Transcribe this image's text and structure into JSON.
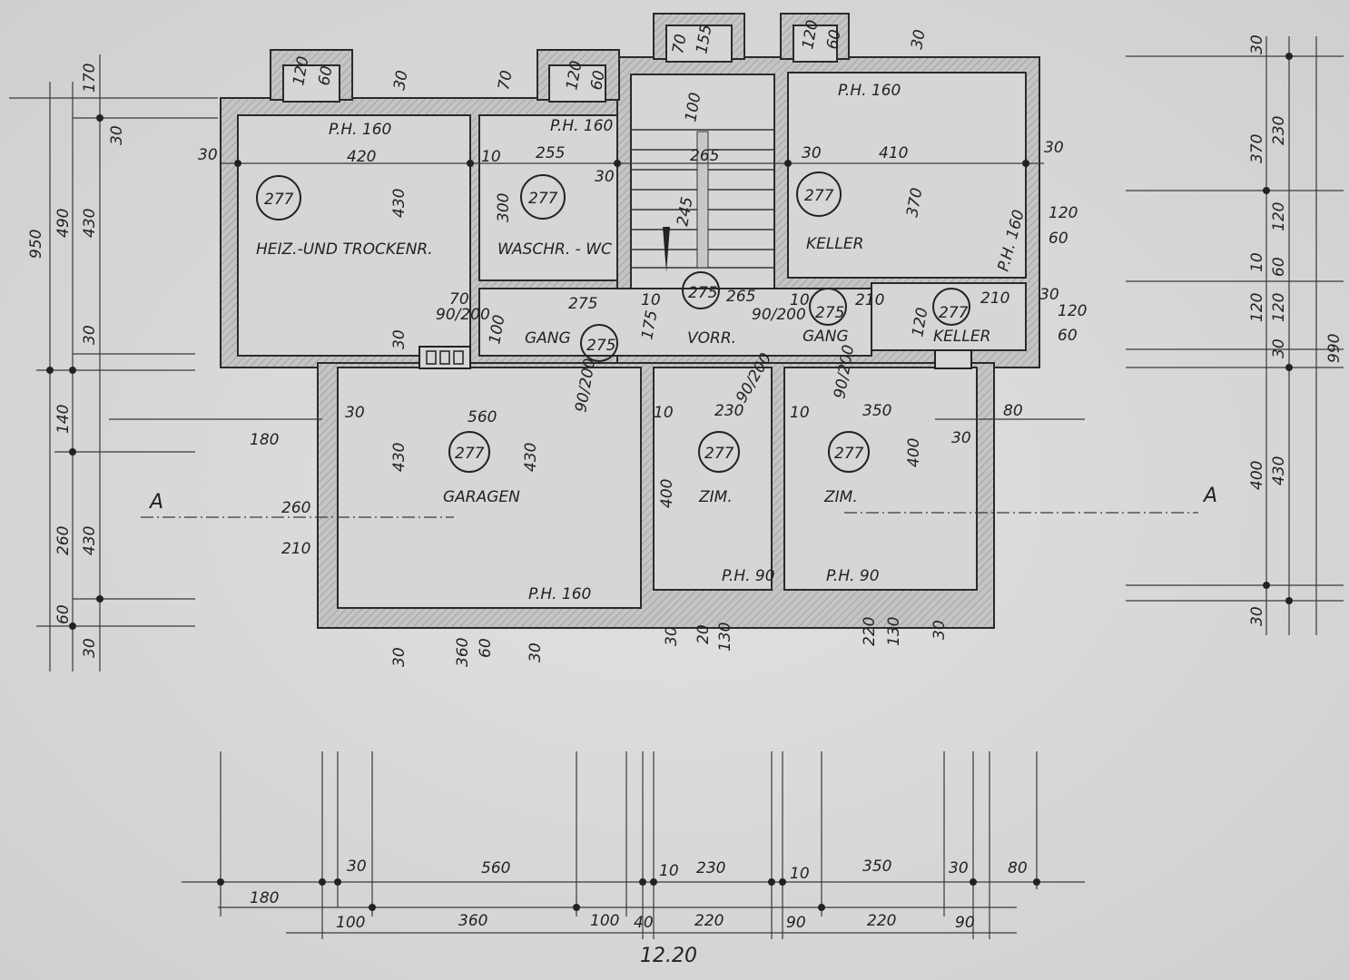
{
  "rooms": [
    {
      "name": "HEIZ.-UND TROCKENR.",
      "level": "277"
    },
    {
      "name": "WASCHR. - WC",
      "level": "277"
    },
    {
      "name": "KELLER",
      "level": "277"
    },
    {
      "name": "KELLER",
      "level": "277"
    },
    {
      "name": "GANG",
      "level": "275"
    },
    {
      "name": "VORR.",
      "level": "275"
    },
    {
      "name": "GANG",
      "level": "275"
    },
    {
      "name": "GARAGEN",
      "level": "277"
    },
    {
      "name": "ZIM.",
      "level": "277"
    },
    {
      "name": "ZIM.",
      "level": "277"
    }
  ],
  "parapet_labels": [
    "P.H. 160",
    "P.H. 160",
    "P.H. 160",
    "P.H. 160",
    "P.H. 90",
    "P.H. 90",
    "P.H. 160"
  ],
  "section_marks": [
    "A",
    "A"
  ],
  "inner_dims": [
    "420",
    "430",
    "255",
    "300",
    "10",
    "30",
    "265",
    "245",
    "100",
    "410",
    "370",
    "30",
    "30",
    "560",
    "430",
    "430",
    "230",
    "350",
    "400",
    "400",
    "275",
    "265",
    "210",
    "210",
    "120",
    "100",
    "90/200",
    "90/200",
    "90/200",
    "90/200",
    "90/200",
    "175",
    "70",
    "10",
    "10",
    "10",
    "10",
    "30",
    "30",
    "30",
    "30",
    "80"
  ],
  "top_dims": [
    "120",
    "60",
    "30",
    "70",
    "120",
    "60",
    "70",
    "155",
    "120",
    "60",
    "30"
  ],
  "left_dims": [
    "950",
    "490",
    "430",
    "30",
    "140",
    "260",
    "430",
    "60",
    "30",
    "170",
    "30",
    "180",
    "260",
    "210"
  ],
  "right_dims": [
    "30",
    "370",
    "230",
    "120",
    "10",
    "60",
    "120",
    "120",
    "30",
    "400",
    "430",
    "30",
    "990",
    "120",
    "60",
    "120",
    "60",
    "30"
  ],
  "below_plan_dims": [
    "30",
    "360",
    "60",
    "30",
    "30",
    "20",
    "130",
    "220",
    "130",
    "30"
  ],
  "bottom_row1": [
    "180",
    "30",
    "560",
    "10",
    "230",
    "10",
    "350",
    "30",
    "80"
  ],
  "bottom_row2": [
    "100",
    "360",
    "100",
    "40",
    "220",
    "90",
    "220",
    "90"
  ],
  "total_width": "12.20"
}
